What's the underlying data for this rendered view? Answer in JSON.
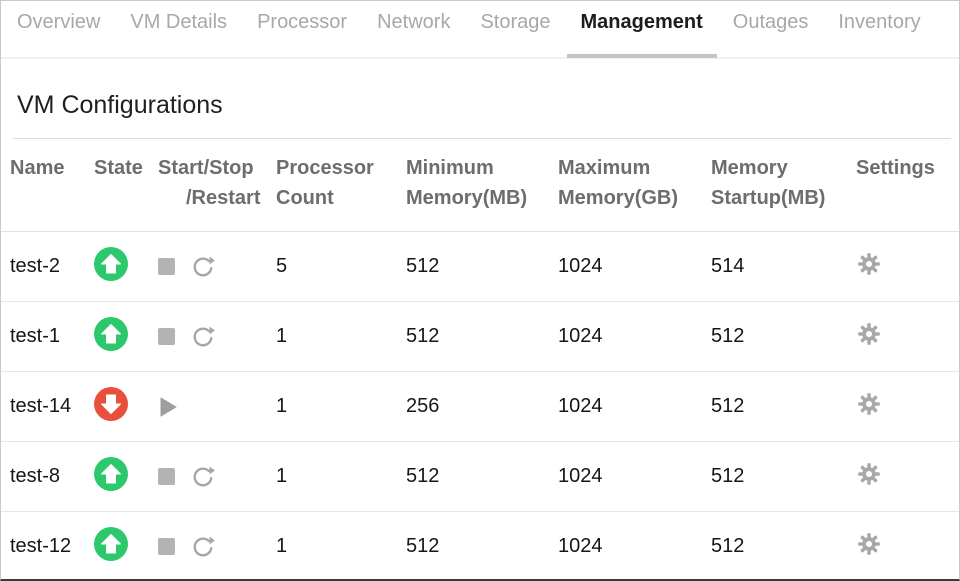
{
  "tabs": [
    {
      "label": "Overview",
      "active": false
    },
    {
      "label": "VM Details",
      "active": false
    },
    {
      "label": "Processor",
      "active": false
    },
    {
      "label": "Network",
      "active": false
    },
    {
      "label": "Storage",
      "active": false
    },
    {
      "label": "Management",
      "active": true
    },
    {
      "label": "Outages",
      "active": false
    },
    {
      "label": "Inventory",
      "active": false
    }
  ],
  "page": {
    "title": "VM Configurations"
  },
  "table": {
    "columns": [
      {
        "line1": "Name",
        "line2": ""
      },
      {
        "line1": "State",
        "line2": ""
      },
      {
        "line1": "Start/Stop",
        "line2": "/Restart"
      },
      {
        "line1": "Processor",
        "line2": "Count"
      },
      {
        "line1": "Minimum",
        "line2": "Memory(MB)"
      },
      {
        "line1": "Maximum",
        "line2": "Memory(GB)"
      },
      {
        "line1": "Memory",
        "line2": "Startup(MB)"
      },
      {
        "line1": "Settings",
        "line2": ""
      }
    ],
    "rows": [
      {
        "name": "test-2",
        "state": "up",
        "controls": "stop,restart",
        "processor_count": "5",
        "min_memory_mb": "512",
        "max_memory_gb": "1024",
        "memory_startup_mb": "514"
      },
      {
        "name": "test-1",
        "state": "up",
        "controls": "stop,restart",
        "processor_count": "1",
        "min_memory_mb": "512",
        "max_memory_gb": "1024",
        "memory_startup_mb": "512"
      },
      {
        "name": "test-14",
        "state": "down",
        "controls": "start",
        "processor_count": "1",
        "min_memory_mb": "256",
        "max_memory_gb": "1024",
        "memory_startup_mb": "512"
      },
      {
        "name": "test-8",
        "state": "up",
        "controls": "stop,restart",
        "processor_count": "1",
        "min_memory_mb": "512",
        "max_memory_gb": "1024",
        "memory_startup_mb": "512"
      },
      {
        "name": "test-12",
        "state": "up",
        "controls": "stop,restart",
        "processor_count": "1",
        "min_memory_mb": "512",
        "max_memory_gb": "1024",
        "memory_startup_mb": "512"
      }
    ]
  },
  "icons": {
    "state_up": "arrow-up-circle",
    "state_down": "arrow-down-circle",
    "stop": "stop-square",
    "start": "play-triangle",
    "restart": "restart-circular-arrow",
    "settings": "gear"
  },
  "colors": {
    "state_up": "#2dc86e",
    "state_down": "#e8503c",
    "icon_gray": "#a8a8a8",
    "inactive_tab_text": "#a8a8a8",
    "active_tab_text": "#1c1c1c",
    "active_tab_underline": "#c5c5c5",
    "header_text": "#6d6d6d",
    "row_divider": "#e7e7e7"
  }
}
